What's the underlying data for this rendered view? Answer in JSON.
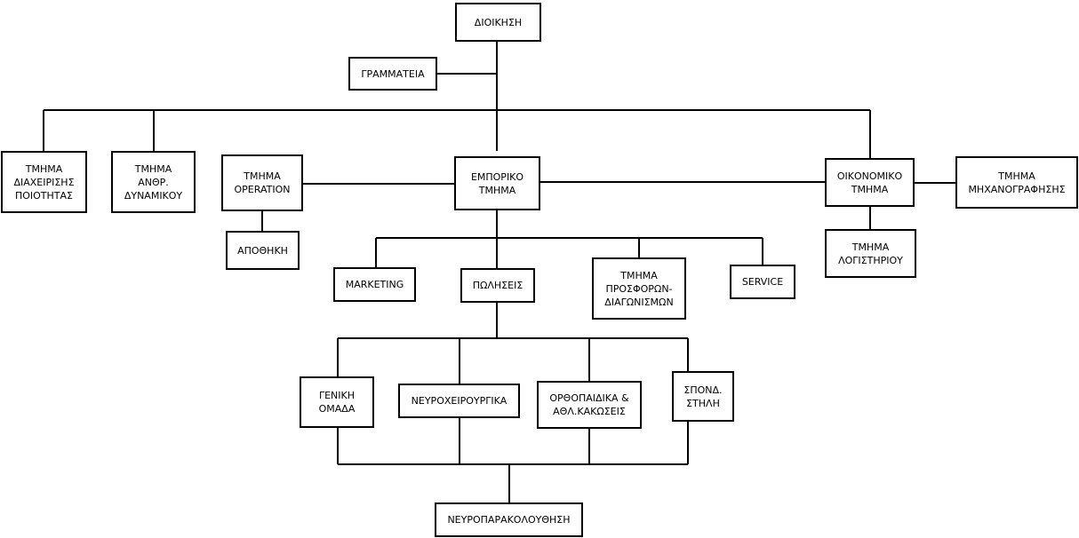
{
  "nodes": {
    "dioikisi": "ΔΙΟΙΚΗΣΗ",
    "grammateia": "ΓΡΑΜΜΑΤΕΙΑ",
    "diaxeirisi_poiotitas": "ΤΜΗΜΑ\nΔΙΑΧΕΙΡΙΣΗΣ\nΠΟΙΟΤΗΤΑΣ",
    "anthr_dynamikou": "ΤΜΗΜΑ\nΑΝΘΡ.\nΔΥΝΑΜΙΚΟΥ",
    "operation": "ΤΜΗΜΑ\nOPERATION",
    "apothiki": "ΑΠΟΘΗΚΗ",
    "emporiko": "ΕΜΠΟΡΙΚΟ\nΤΜΗΜΑ",
    "oikonomiko": "ΟΙΚΟΝΟΜΙΚΟ\nΤΜΗΜΑ",
    "michanografisis": "ΤΜΗΜΑ\nΜΗΧΑΝΟΓΡΑΦΗΣΗΣ",
    "logistiriou": "ΤΜΗΜΑ\nΛΟΓΙΣΤΗΡΙΟΥ",
    "marketing": "MARKETING",
    "poliseis": "ΠΩΛΗΣΕΙΣ",
    "prosforon": "ΤΜΗΜΑ\nΠΡΟΣΦΟΡΩΝ-\nΔΙΑΓΩΝΙΣΜΩΝ",
    "service": "SERVICE",
    "geniki_omada": "ΓΕΝΙΚΗ\nΟΜΑΔΑ",
    "neyroxeirourgika": "ΝΕΥΡΟΧΕΙΡΟΥΡΓΙΚΑ",
    "orthopaidika": "ΟΡΘΟΠΑΙΔΙΚΑ &\nΑΘΛ.ΚΑΚΩΣΕΙΣ",
    "spond_stili": "ΣΠΟΝΔ.\nΣΤΗΛΗ",
    "neyroparakolouthisi": "ΝΕΥΡΟΠΑΡΑΚΟΛΟΥΘΗΣΗ"
  }
}
